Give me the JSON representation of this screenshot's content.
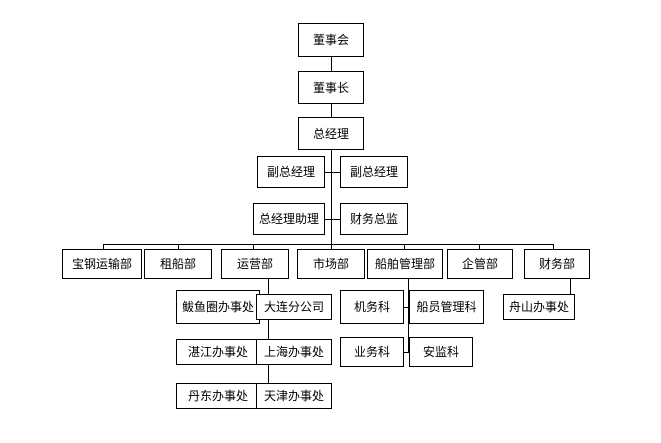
{
  "diagram": {
    "title_visible": false,
    "type": "organization-chart",
    "colors": {
      "background": "#ffffff",
      "box_border": "#000000",
      "box_fill": "#ffffff",
      "connector": "#000000",
      "text": "#000000"
    },
    "levels": [
      {
        "level": 1,
        "name": "board",
        "nodes": [
          {
            "id": "board-of-directors",
            "label": "董事会"
          }
        ]
      },
      {
        "level": 2,
        "name": "chairman",
        "nodes": [
          {
            "id": "chairman",
            "label": "董事长"
          }
        ]
      },
      {
        "level": 3,
        "name": "general-manager",
        "nodes": [
          {
            "id": "general-manager",
            "label": "总经理"
          }
        ]
      },
      {
        "level": 4,
        "name": "deputy-general-managers",
        "nodes": [
          {
            "id": "deputy-gm-left",
            "label": "副总经理"
          },
          {
            "id": "deputy-gm-right",
            "label": "副总经理"
          }
        ]
      },
      {
        "level": 5,
        "name": "assistants",
        "nodes": [
          {
            "id": "gm-assistant",
            "label": "总经理助理"
          },
          {
            "id": "cfo",
            "label": "财务总监"
          }
        ]
      },
      {
        "level": 6,
        "name": "departments",
        "nodes": [
          {
            "id": "dept-baosteel-transport",
            "label": "宝钢运输部"
          },
          {
            "id": "dept-chartering",
            "label": "租船部"
          },
          {
            "id": "dept-operations",
            "label": "运营部"
          },
          {
            "id": "dept-marketing",
            "label": "市场部"
          },
          {
            "id": "dept-ship-management",
            "label": "船舶管理部"
          },
          {
            "id": "dept-enterprise-management",
            "label": "企管部"
          },
          {
            "id": "dept-finance",
            "label": "财务部"
          }
        ]
      },
      {
        "level": 7,
        "name": "sub-units",
        "nodes": [
          {
            "id": "office-bayuquan",
            "label": "鲅鱼圈办事处",
            "parent": "dept-operations"
          },
          {
            "id": "branch-dalian",
            "label": "大连分公司",
            "parent": "dept-operations"
          },
          {
            "id": "section-engineering",
            "label": "机务科",
            "parent": "dept-ship-management"
          },
          {
            "id": "section-crew-management",
            "label": "船员管理科",
            "parent": "dept-ship-management"
          },
          {
            "id": "office-zhoushan",
            "label": "舟山办事处",
            "parent": "dept-finance"
          },
          {
            "id": "office-zhanjiang",
            "label": "湛江办事处",
            "parent": "dept-operations"
          },
          {
            "id": "office-shanghai",
            "label": "上海办事处",
            "parent": "dept-operations"
          },
          {
            "id": "section-business",
            "label": "业务科",
            "parent": "dept-ship-management"
          },
          {
            "id": "section-safety-supervision",
            "label": "安监科",
            "parent": "dept-ship-management"
          },
          {
            "id": "office-dandong",
            "label": "丹东办事处",
            "parent": "dept-operations"
          },
          {
            "id": "office-tianjin",
            "label": "天津办事处",
            "parent": "dept-operations"
          }
        ]
      }
    ]
  },
  "nodes": {
    "board_of_directors": "董事会",
    "chairman": "董事长",
    "general_manager": "总经理",
    "deputy_gm_left": "副总经理",
    "deputy_gm_right": "副总经理",
    "gm_assistant": "总经理助理",
    "cfo": "财务总监",
    "dept_baosteel_transport": "宝钢运输部",
    "dept_chartering": "租船部",
    "dept_operations": "运营部",
    "dept_marketing": "市场部",
    "dept_ship_management": "船舶管理部",
    "dept_enterprise_management": "企管部",
    "dept_finance": "财务部",
    "office_bayuquan": "鲅鱼圈办事处",
    "branch_dalian": "大连分公司",
    "section_engineering": "机务科",
    "section_crew_management": "船员管理科",
    "office_zhoushan": "舟山办事处",
    "office_zhanjiang": "湛江办事处",
    "office_shanghai": "上海办事处",
    "section_business": "业务科",
    "section_safety_supervision": "安监科",
    "office_dandong": "丹东办事处",
    "office_tianjin": "天津办事处"
  }
}
